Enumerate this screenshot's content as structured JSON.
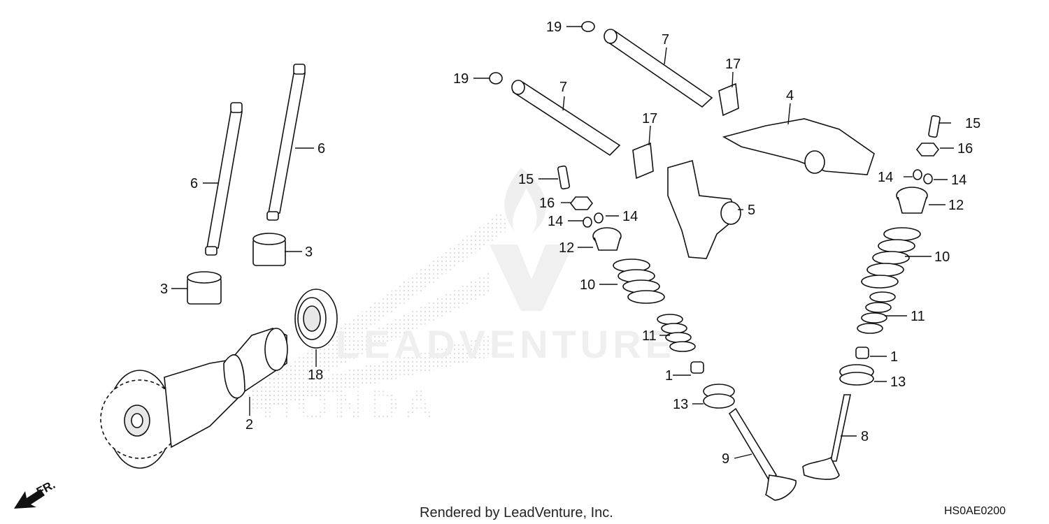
{
  "watermark": {
    "brand_text": "LEADVENTURE",
    "maker_text": "HONDA"
  },
  "direction_label": "FR.",
  "footer": {
    "rendered_by": "Rendered by LeadVenture, Inc.",
    "diagram_code": "HS0AE0200"
  },
  "callouts": {
    "c1a": "1",
    "c1b": "1",
    "c2": "2",
    "c3a": "3",
    "c3b": "3",
    "c4": "4",
    "c5": "5",
    "c6a": "6",
    "c6b": "6",
    "c7a": "7",
    "c7b": "7",
    "c8": "8",
    "c9": "9",
    "c10a": "10",
    "c10b": "10",
    "c11a": "11",
    "c11b": "11",
    "c12a": "12",
    "c12b": "12",
    "c13a": "13",
    "c13b": "13",
    "c14a": "14",
    "c14b": "14",
    "c14c": "14",
    "c14d": "14",
    "c15a": "15",
    "c15b": "15",
    "c16a": "16",
    "c16b": "16",
    "c17a": "17",
    "c17b": "17",
    "c18": "18",
    "c19a": "19",
    "c19b": "19"
  }
}
